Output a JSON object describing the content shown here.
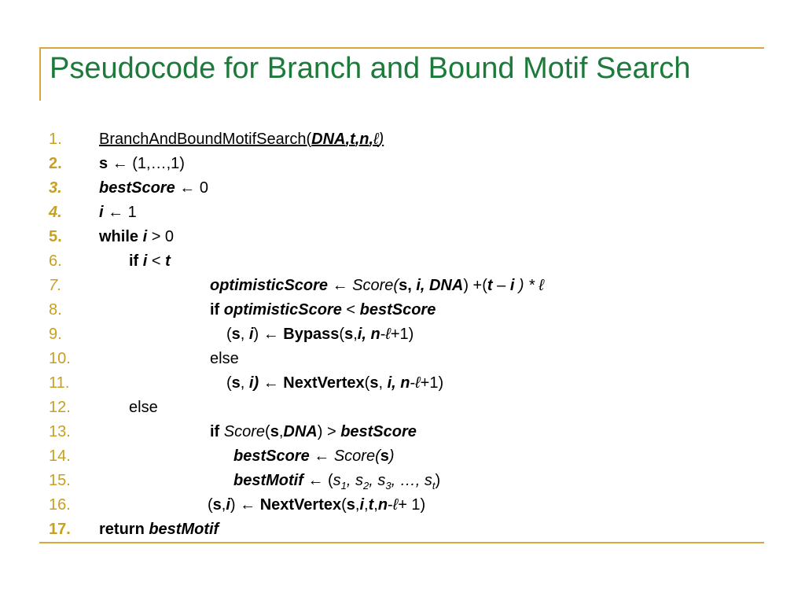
{
  "title": "Pseudocode for Branch and Bound Motif Search",
  "colors": {
    "title": "#1c7a3a",
    "rule": "#d9a63a",
    "line_number": "#c8a020"
  },
  "lines": [
    {
      "n": "1.",
      "segs": [
        "BranchAndBoundMotifSearch(",
        "DNA",
        ",",
        "t",
        ",",
        "n",
        ",",
        "ℓ",
        ")"
      ]
    },
    {
      "n": "2.",
      "segs": [
        "s",
        " ",
        "←",
        " (1,…,1)"
      ]
    },
    {
      "n": "3.",
      "segs": [
        "bestScore",
        " ",
        "←",
        " 0"
      ]
    },
    {
      "n": "4.",
      "segs": [
        "i",
        " ",
        "←",
        " 1"
      ]
    },
    {
      "n": "5.",
      "segs": [
        "while ",
        "i",
        " > 0"
      ]
    },
    {
      "n": "6.",
      "segs": [
        "if ",
        "i",
        " < ",
        "t"
      ]
    },
    {
      "n": "7.",
      "segs": [
        "optimisticScore",
        " ",
        "←",
        " ",
        "Score(",
        "s,",
        " i, DNA",
        ") +(",
        "t",
        " – ",
        "i",
        " ) * ",
        "ℓ"
      ]
    },
    {
      "n": "8.",
      "segs": [
        "if ",
        "optimisticScore",
        " < ",
        "bestScore"
      ]
    },
    {
      "n": "9.",
      "segs": [
        "(",
        "s",
        ", ",
        "i",
        ") ",
        "←",
        " ",
        "Bypass",
        "(",
        "s",
        ",",
        "i",
        ", n",
        "-",
        "ℓ",
        "+1)"
      ]
    },
    {
      "n": "10.",
      "segs": [
        "else"
      ]
    },
    {
      "n": "11.",
      "segs": [
        "(",
        "s",
        ", ",
        "i)",
        " ",
        "←",
        " ",
        "NextVertex",
        "(",
        "s",
        ", ",
        "i",
        ", n",
        "-",
        "ℓ",
        "+1)"
      ]
    },
    {
      "n": "12.",
      "segs": [
        "else"
      ]
    },
    {
      "n": "13.",
      "segs": [
        "if",
        " ",
        "Score",
        "(",
        "s",
        ",",
        "DNA",
        ") > ",
        "bestScore"
      ]
    },
    {
      "n": "14.",
      "segs": [
        "bestScore",
        " ",
        "←",
        " ",
        "Score(",
        "s",
        ")"
      ]
    },
    {
      "n": "15.",
      "segs": [
        "bestMotif",
        " ",
        "←",
        " (",
        "s",
        "1",
        ", ",
        "s",
        "2",
        ", ",
        "s",
        "3",
        ", …, ",
        "s",
        "t",
        ")"
      ]
    },
    {
      "n": "16.",
      "segs": [
        "(",
        "s",
        ",",
        "i",
        ") ",
        "←",
        " ",
        "NextVertex",
        "(",
        "s",
        ",",
        "i",
        ",",
        "t",
        ",",
        "n",
        "-",
        "ℓ",
        "+ 1)"
      ]
    },
    {
      "n": "17.",
      "segs": [
        "return ",
        "bestMotif"
      ]
    }
  ]
}
